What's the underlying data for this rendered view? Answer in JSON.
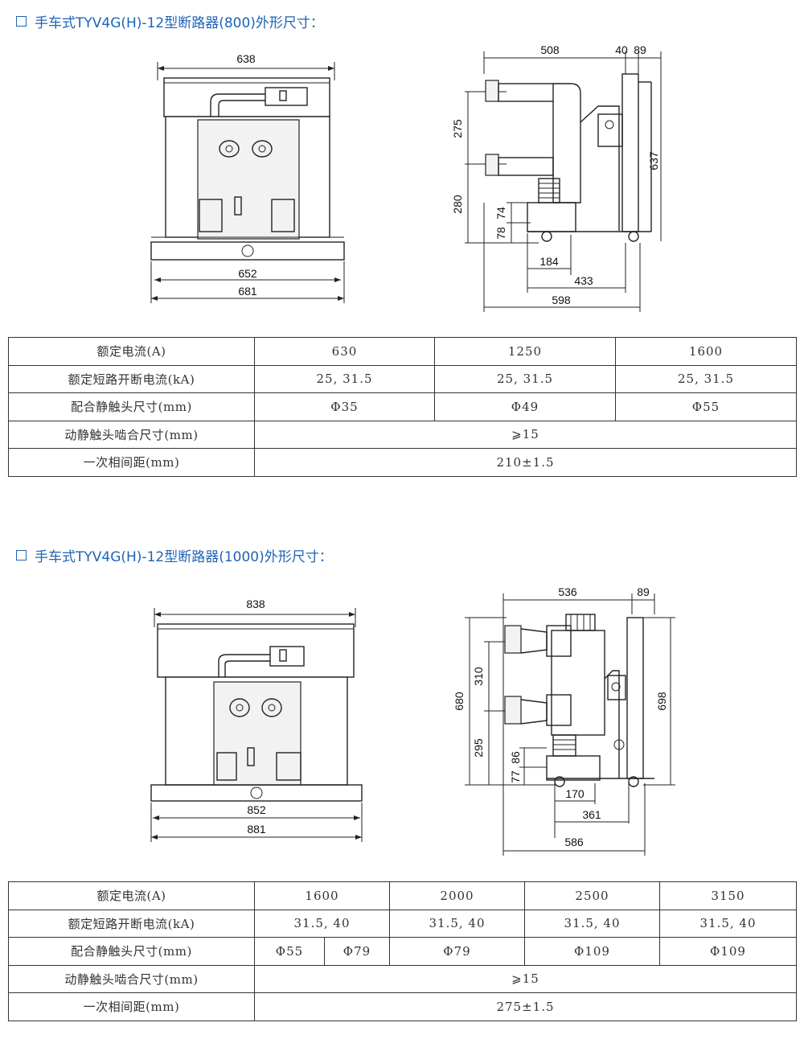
{
  "section1": {
    "title": "手车式TYV4G(H)-12型断路器(800)外形尺寸：",
    "front_dims": {
      "width_top": "638",
      "width_mid": "652",
      "width_bottom": "681"
    },
    "side_dims": {
      "top_a": "508",
      "top_b": "40",
      "top_c": "89",
      "v_upper": "275",
      "v_lower": "280",
      "v_small_a": "74",
      "v_small_b": "78",
      "v_right": "637",
      "h_a": "184",
      "h_b": "433",
      "h_c": "598"
    },
    "table": {
      "rows": [
        {
          "label": "额定电流(A)",
          "cells": [
            "630",
            "1250",
            "1600"
          ]
        },
        {
          "label": "额定短路开断电流(kA)",
          "cells": [
            "25, 31.5",
            "25, 31.5",
            "25, 31.5"
          ]
        },
        {
          "label": "配合静触头尺寸(mm)",
          "cells": [
            "Φ35",
            "Φ49",
            "Φ55"
          ]
        },
        {
          "label": "动静触头啮合尺寸(mm)",
          "cells": [
            "⩾15"
          ]
        },
        {
          "label": "一次相间距(mm)",
          "cells": [
            "210±1.5"
          ]
        }
      ]
    }
  },
  "section2": {
    "title": "手车式TYV4G(H)-12型断路器(1000)外形尺寸：",
    "front_dims": {
      "width_top": "838",
      "width_mid": "852",
      "width_bottom": "881"
    },
    "side_dims": {
      "top_a": "536",
      "top_b": "89",
      "v_total": "680",
      "v_upper": "310",
      "v_lower": "295",
      "v_small_a": "86",
      "v_small_b": "77",
      "v_right": "698",
      "h_a": "170",
      "h_b": "361",
      "h_c": "586"
    },
    "table": {
      "rows": [
        {
          "label": "额定电流(A)",
          "cells": [
            "1600",
            "2000",
            "2500",
            "3150"
          ]
        },
        {
          "label": "额定短路开断电流(kA)",
          "cells": [
            "31.5, 40",
            "31.5, 40",
            "31.5, 40",
            "31.5, 40"
          ]
        },
        {
          "label": "配合静触头尺寸(mm)",
          "cells": [
            "Φ55",
            "Φ79",
            "Φ79",
            "Φ109",
            "Φ109"
          ]
        },
        {
          "label": "动静触头啮合尺寸(mm)",
          "cells": [
            "⩾15"
          ]
        },
        {
          "label": "一次相间距(mm)",
          "cells": [
            "275±1.5"
          ]
        }
      ]
    }
  }
}
